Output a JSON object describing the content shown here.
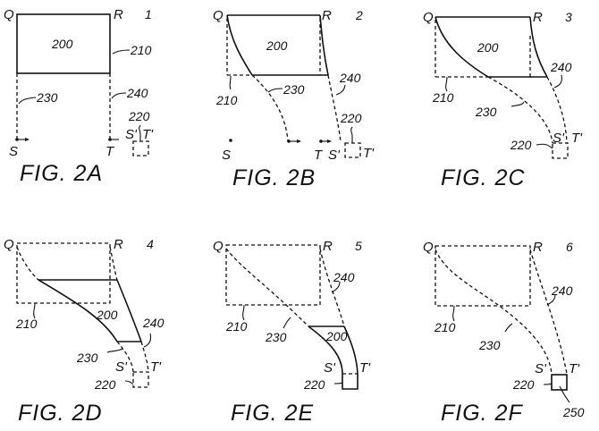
{
  "figures": [
    {
      "id": "2A",
      "caption": "FIG. 2A",
      "step": "1",
      "corners": {
        "q": "Q",
        "r": "R",
        "s": "S",
        "t": "T",
        "s_prime": "S'",
        "t_prime": "T'"
      },
      "refs": {
        "object": "200",
        "region": "210",
        "target": "220",
        "path_left": "230",
        "path_right": "240"
      }
    },
    {
      "id": "2B",
      "caption": "FIG. 2B",
      "step": "2",
      "corners": {
        "q": "Q",
        "r": "R",
        "s": "S",
        "t": "T",
        "s_prime": "S'",
        "t_prime": "T'"
      },
      "refs": {
        "object": "200",
        "region": "210",
        "target": "220",
        "path_left": "230",
        "path_right": "240"
      }
    },
    {
      "id": "2C",
      "caption": "FIG. 2C",
      "step": "3",
      "corners": {
        "q": "Q",
        "r": "R",
        "s_prime": "S'",
        "t_prime": "T'"
      },
      "refs": {
        "object": "200",
        "region": "210",
        "target": "220",
        "path_left": "230",
        "path_right": "240"
      }
    },
    {
      "id": "2D",
      "caption": "FIG. 2D",
      "step": "4",
      "corners": {
        "q": "Q",
        "r": "R",
        "s_prime": "S'",
        "t_prime": "T'"
      },
      "refs": {
        "object": "200",
        "region": "210",
        "target": "220",
        "path_left": "230",
        "path_right": "240"
      }
    },
    {
      "id": "2E",
      "caption": "FIG. 2E",
      "step": "5",
      "corners": {
        "q": "Q",
        "r": "R",
        "s_prime": "S'",
        "t_prime": "T'"
      },
      "refs": {
        "object": "200",
        "region": "210",
        "target": "220",
        "path_left": "230",
        "path_right": "240"
      }
    },
    {
      "id": "2F",
      "caption": "FIG. 2F",
      "step": "6",
      "corners": {
        "q": "Q",
        "r": "R",
        "s_prime": "S'",
        "t_prime": "T'"
      },
      "refs": {
        "region": "210",
        "target": "220",
        "path_left": "230",
        "path_right": "240",
        "final": "250"
      }
    }
  ]
}
